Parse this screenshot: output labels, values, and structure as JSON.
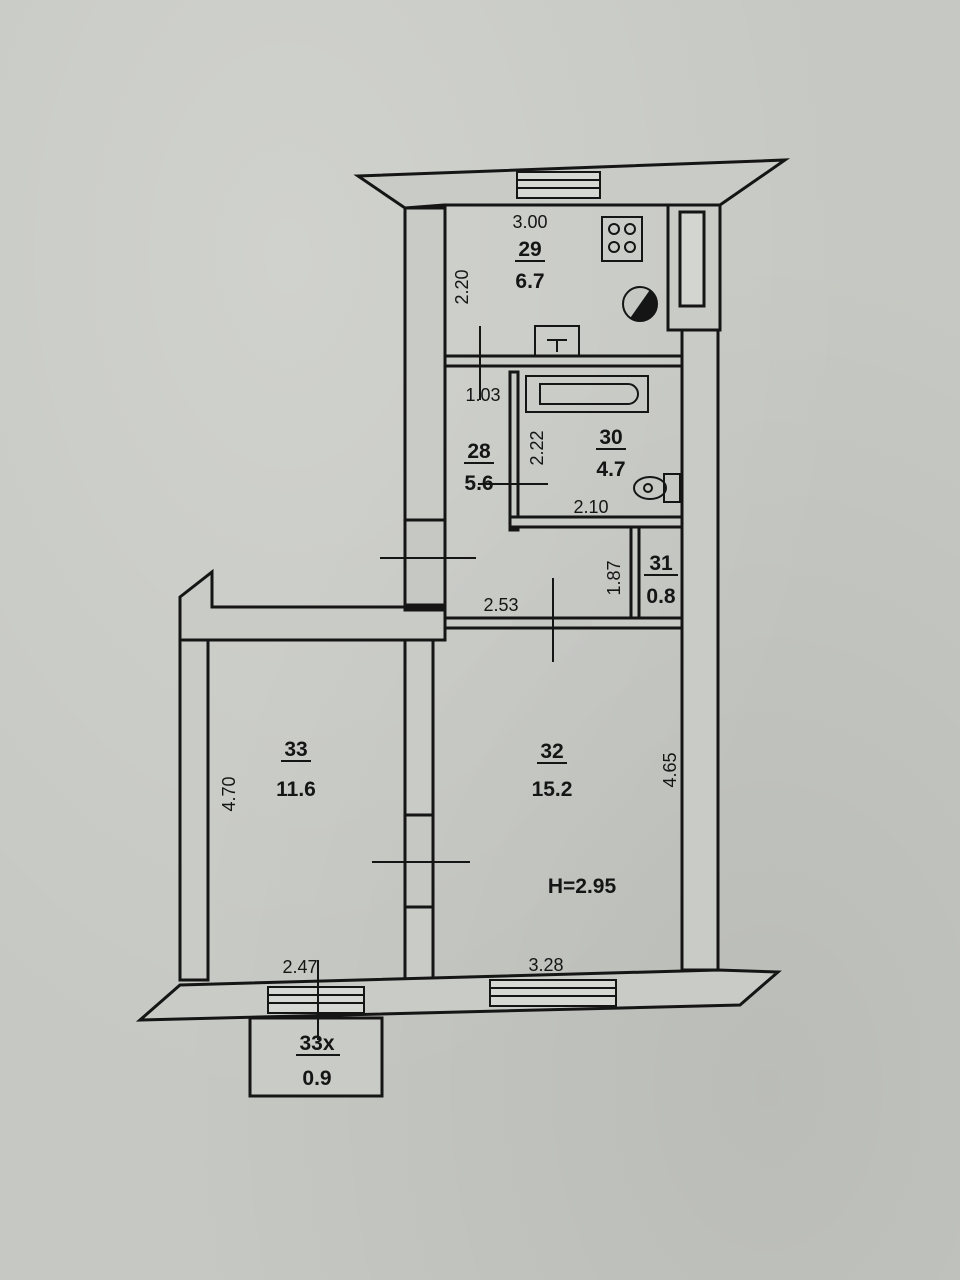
{
  "rooms": {
    "r29": {
      "number": "29",
      "area": "6.7"
    },
    "r28": {
      "number": "28",
      "area": "5.6"
    },
    "r30": {
      "number": "30",
      "area": "4.7"
    },
    "r31": {
      "number": "31",
      "area": "0.8"
    },
    "r32": {
      "number": "32",
      "area": "15.2"
    },
    "r33": {
      "number": "33",
      "area": "11.6"
    },
    "r33x": {
      "number": "33x",
      "area": "0.9"
    }
  },
  "dimensions": {
    "d_3_00": "3.00",
    "d_2_20": "2.20",
    "d_1_03": "1.03",
    "d_2_22": "2.22",
    "d_2_10": "2.10",
    "d_1_87": "1.87",
    "d_2_53": "2.53",
    "d_4_70": "4.70",
    "d_4_65": "4.65",
    "d_2_47": "2.47",
    "d_3_28": "3.28"
  },
  "ceiling_height": "H=2.95",
  "colors": {
    "paper": "#c6c8c3",
    "wall_fill": "#c9cbc6",
    "ink": "#151515"
  }
}
